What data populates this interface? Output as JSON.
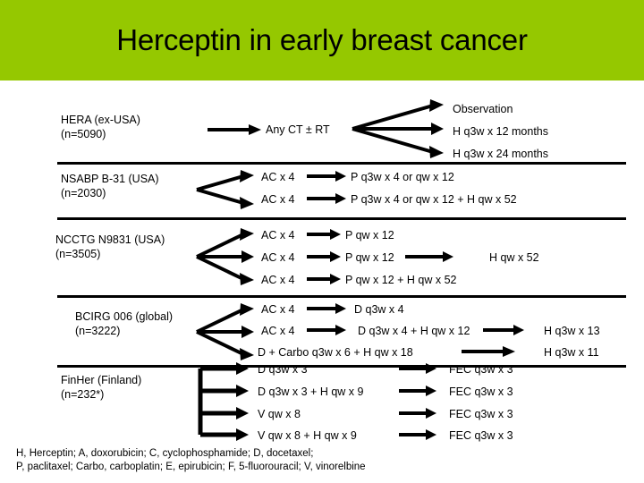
{
  "slide": {
    "title": "Herceptin in early breast cancer",
    "title_bg_color": "#95c800",
    "text_color": "#000000"
  },
  "trials": [
    {
      "id": "hera",
      "name": "HERA (ex-USA)",
      "enrollment": "(n=5090)",
      "stage1": "Any CT ± RT",
      "arms": [
        "Observation",
        "H q3w x 12 months",
        "H q3w x 24 months"
      ]
    },
    {
      "id": "nsabp-b31",
      "name": "NSABP B-31 (USA)",
      "enrollment": "(n=2030)",
      "arms": [
        {
          "step1": "AC x 4",
          "step2": "P q3w x 4 or qw x 12",
          "step3": ""
        },
        {
          "step1": "AC x 4",
          "step2": "P q3w x 4 or qw x 12 + H qw x 52",
          "step3": ""
        }
      ]
    },
    {
      "id": "ncctg-n9831",
      "name": "NCCTG N9831 (USA)",
      "enrollment": "(n=3505)",
      "arms": [
        {
          "step1": "AC x 4",
          "step2": "P qw x 12",
          "step3": ""
        },
        {
          "step1": "AC x 4",
          "step2": "P qw x 12",
          "step3": "H qw x 52"
        },
        {
          "step1": "AC x 4",
          "step2": "P qw x 12 + H qw x 52",
          "step3": ""
        }
      ]
    },
    {
      "id": "bcirg-006",
      "name": "BCIRG 006 (global)",
      "enrollment": "(n=3222)",
      "arms": [
        {
          "step1": "AC x 4",
          "step2": "D q3w x 4",
          "step3": ""
        },
        {
          "step1": "AC x 4",
          "step2": "D q3w x 4 + H qw x 12",
          "step3": "H q3w x 13"
        },
        {
          "step1": "D + Carbo q3w x 6 + H qw x 18",
          "step2": "",
          "step3": "H q3w x 11"
        }
      ]
    },
    {
      "id": "finher",
      "name": "FinHer (Finland)",
      "enrollment": "(n=232*)",
      "arms": [
        {
          "step1": "D q3w x 3",
          "step2": "FEC q3w x 3"
        },
        {
          "step1": "D q3w x 3 + H qw x 9",
          "step2": "FEC q3w x 3"
        },
        {
          "step1": "V qw x 8",
          "step2": "FEC q3w x 3"
        },
        {
          "step1": "V qw x 8 + H qw x 9",
          "step2": "FEC q3w x 3"
        }
      ]
    }
  ],
  "footnote": {
    "line1": "H, Herceptin; A, doxorubicin; C, cyclophosphamide; D, docetaxel;",
    "line2": "P, paclitaxel; Carbo, carboplatin; E, epirubicin; F, 5-fluorouracil; V, vinorelbine"
  }
}
